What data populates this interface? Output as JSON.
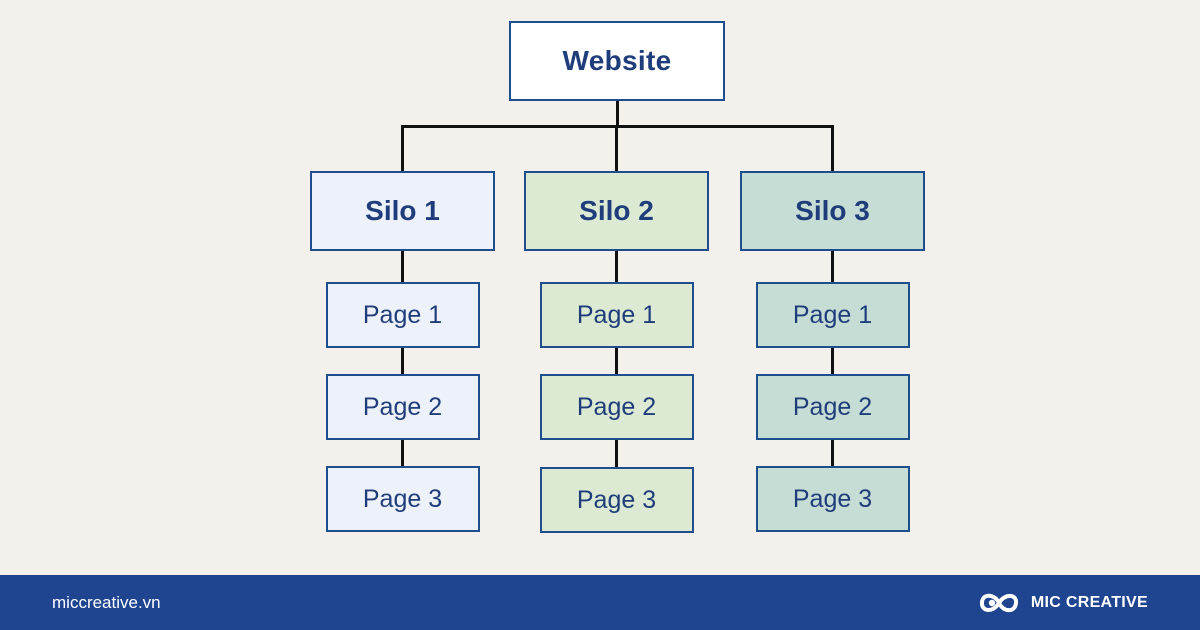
{
  "root": {
    "label": "Website",
    "fill": "#ffffff"
  },
  "silos": [
    {
      "label": "Silo 1",
      "fill": "#edf1fa",
      "pages": [
        "Page 1",
        "Page 2",
        "Page 3"
      ]
    },
    {
      "label": "Silo 2",
      "fill": "#dce9d3",
      "pages": [
        "Page 1",
        "Page 2",
        "Page 3"
      ]
    },
    {
      "label": "Silo 3",
      "fill": "#c5ddd4",
      "pages": [
        "Page 1",
        "Page 2",
        "Page 3"
      ]
    }
  ],
  "colors": {
    "border": "#1f4e8c",
    "text": "#1f3d7a",
    "connector": "#111111",
    "footer_bg": "#1f4591"
  },
  "footer": {
    "url": "miccreative.vn",
    "brand": "MIC CREATIVE",
    "logo_icon": "infinity-loop-icon"
  }
}
